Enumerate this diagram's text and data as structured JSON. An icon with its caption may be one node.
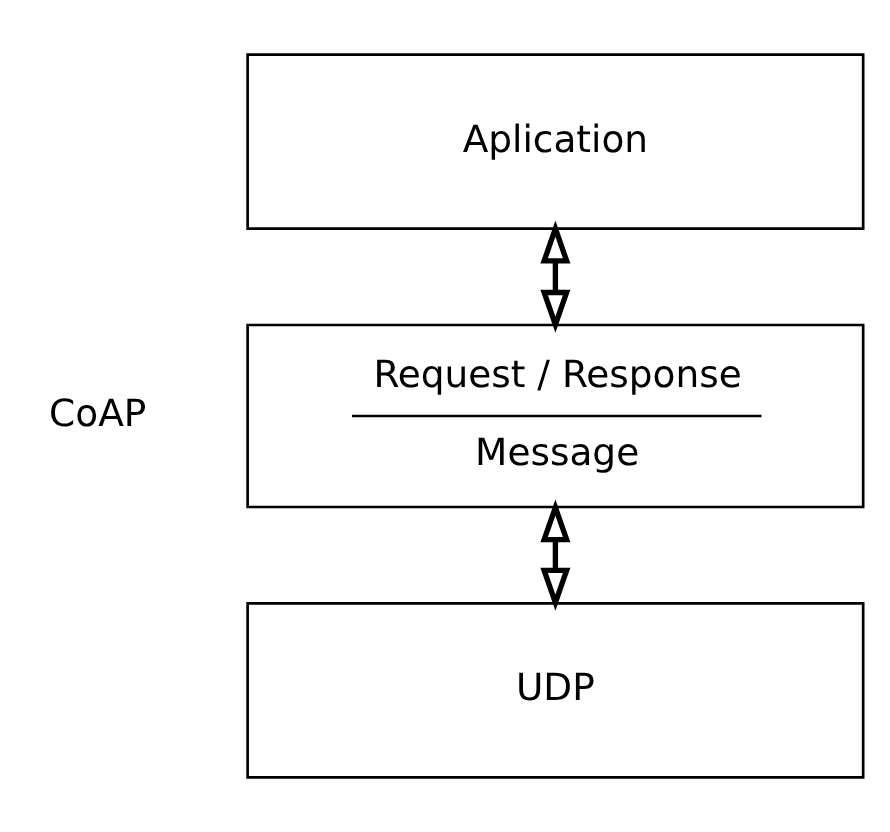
{
  "diagram": {
    "nodes": [
      {
        "text": [
          "Aplication"
        ]
      },
      {
        "text": [
          "Request / Response",
          "Message"
        ],
        "beside": [
          "CoAP"
        ]
      },
      {
        "text": [
          "UDP"
        ]
      }
    ],
    "edges": [
      {
        "from": 0,
        "to": 1,
        "arrow": "both"
      },
      {
        "from": 1,
        "to": 2,
        "arrow": "both"
      }
    ]
  }
}
